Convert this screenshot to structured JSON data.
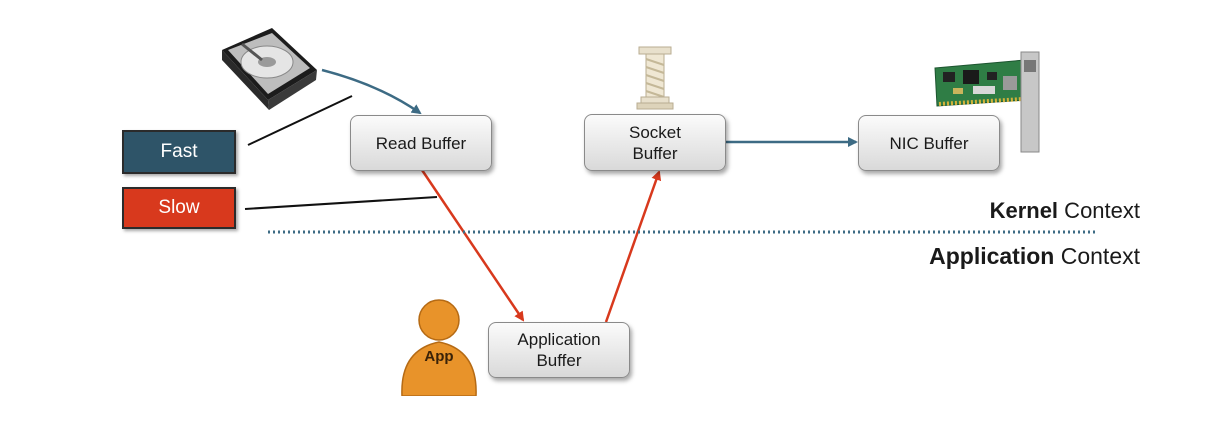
{
  "legend": {
    "fast": {
      "label": "Fast",
      "color": "#2e5468"
    },
    "slow": {
      "label": "Slow",
      "color": "#d8391d"
    }
  },
  "boxes": {
    "read_buffer": "Read Buffer",
    "socket_buffer_line1": "Socket",
    "socket_buffer_line2": "Buffer",
    "nic_buffer": "NIC Buffer",
    "application_buffer_line1": "Application",
    "application_buffer_line2": "Buffer"
  },
  "contexts": {
    "kernel_bold": "Kernel",
    "kernel_rest": " Context",
    "application_bold": "Application",
    "application_rest": " Context"
  },
  "app_icon": {
    "label": "App",
    "color": "#e8932a"
  },
  "icons": [
    "hard-disk-icon",
    "pillar-icon",
    "network-card-icon",
    "person-icon"
  ],
  "colors": {
    "fast_arrow": "#3d6b84",
    "slow_arrow": "#d8391d",
    "separator": "#3d6b84"
  }
}
